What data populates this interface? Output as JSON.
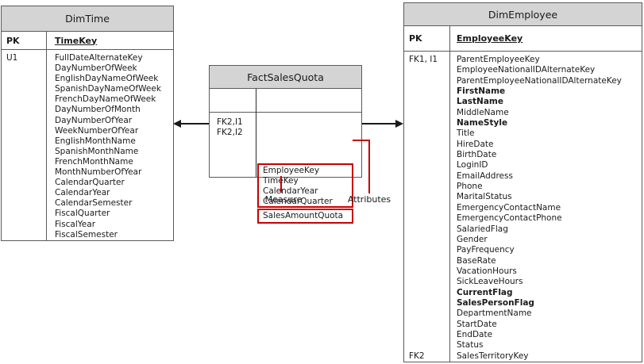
{
  "tables": {
    "dimTime": {
      "title": "DimTime",
      "pk": {
        "key": "PK",
        "field": "TimeKey"
      },
      "rows": [
        {
          "key": "U1",
          "field": "FullDateAlternateKey"
        },
        {
          "field": "DayNumberOfWeek"
        },
        {
          "field": "EnglishDayNameOfWeek"
        },
        {
          "field": "SpanishDayNameOfWeek"
        },
        {
          "field": "FrenchDayNameOfWeek"
        },
        {
          "field": "DayNumberOfMonth"
        },
        {
          "field": "DayNumberOfYear"
        },
        {
          "field": "WeekNumberOfYear"
        },
        {
          "field": "EnglishMonthName"
        },
        {
          "field": "SpanishMonthName"
        },
        {
          "field": "FrenchMonthName"
        },
        {
          "field": "MonthNumberOfYear"
        },
        {
          "field": "CalendarQuarter"
        },
        {
          "field": "CalendarYear"
        },
        {
          "field": "CalendarSemester"
        },
        {
          "field": "FiscalQuarter"
        },
        {
          "field": "FiscalYear"
        },
        {
          "field": "FiscalSemester"
        }
      ]
    },
    "factSalesQuota": {
      "title": "FactSalesQuota",
      "keys": [
        "FK2,I1",
        "FK2,I2"
      ],
      "attributes": [
        "EmployeeKey",
        "TimeKey",
        "CalendarYear",
        "CalendarQuarter"
      ],
      "measures": [
        "SalesAmountQuota"
      ]
    },
    "dimEmployee": {
      "title": "DimEmployee",
      "pk": {
        "key": "PK",
        "field": "EmployeeKey"
      },
      "rows": [
        {
          "key": "FK1, I1",
          "field": "ParentEmployeeKey"
        },
        {
          "field": "EmployeeNationalIDAlternateKey"
        },
        {
          "field": "ParentEmployeeNationalIDAlternateKey"
        },
        {
          "field": "FirstName",
          "bold": true
        },
        {
          "field": "LastName",
          "bold": true
        },
        {
          "field": "MiddleName"
        },
        {
          "field": "NameStyle",
          "bold": true
        },
        {
          "field": "Title"
        },
        {
          "field": "HireDate"
        },
        {
          "field": "BirthDate"
        },
        {
          "field": "LoginID"
        },
        {
          "field": "EmailAddress"
        },
        {
          "field": "Phone"
        },
        {
          "field": "MaritalStatus"
        },
        {
          "field": "EmergencyContactName"
        },
        {
          "field": "EmergencyContactPhone"
        },
        {
          "field": "SalariedFlag"
        },
        {
          "field": "Gender"
        },
        {
          "field": "PayFrequency"
        },
        {
          "field": "BaseRate"
        },
        {
          "field": "VacationHours"
        },
        {
          "field": "SickLeaveHours"
        },
        {
          "field": "CurrentFlag",
          "bold": true
        },
        {
          "field": "SalesPersonFlag",
          "bold": true
        },
        {
          "field": "DepartmentName"
        },
        {
          "field": "StartDate"
        },
        {
          "field": "EndDate"
        },
        {
          "field": "Status"
        },
        {
          "key": "FK2",
          "field": "SalesTerritoryKey"
        }
      ]
    }
  },
  "annotations": {
    "measure": "Measure",
    "attributes": "Attributes"
  },
  "colors": {
    "highlight_red": "#c60000",
    "header_fill": "#d4d4d4",
    "border_gray": "#5a5a5a"
  }
}
